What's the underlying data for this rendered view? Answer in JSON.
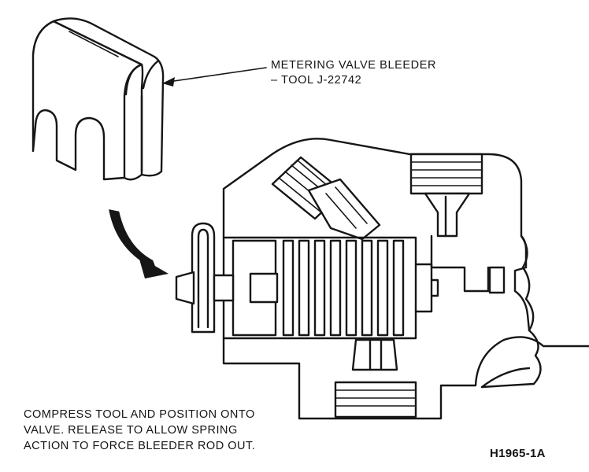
{
  "callout": {
    "line1": "METERING VALVE BLEEDER",
    "line2": "– TOOL J-22742"
  },
  "instructions": {
    "line1": "COMPRESS TOOL AND POSITION ONTO",
    "line2": "VALVE. RELEASE TO ALLOW SPRING",
    "line3": "ACTION TO FORCE BLEEDER ROD OUT."
  },
  "figure_id": "H1965-1A",
  "colors": {
    "ink": "#161616",
    "paper": "#ffffff"
  }
}
